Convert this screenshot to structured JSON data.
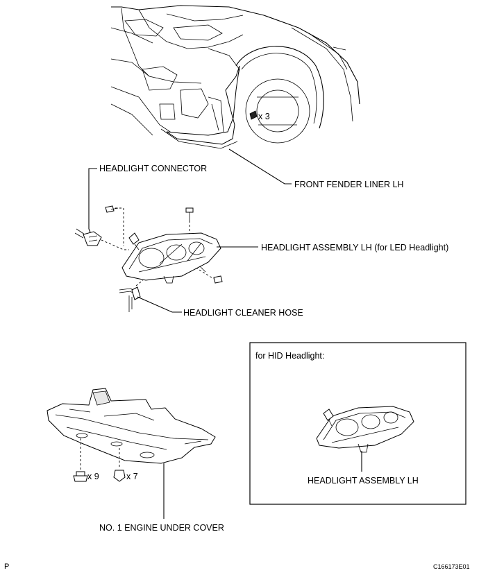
{
  "labels": {
    "front_fender_liner": "FRONT FENDER LINER LH",
    "fender_clip_qty": "x 3",
    "headlight_connector": "HEADLIGHT CONNECTOR",
    "headlight_assembly_led": "HEADLIGHT ASSEMBLY LH (for LED Headlight)",
    "headlight_cleaner_hose": "HEADLIGHT CLEANER HOSE",
    "bolt_qty": "x 9",
    "clip_qty": "x 7",
    "engine_under_cover": "NO. 1 ENGINE UNDER COVER"
  },
  "hid_box": {
    "title": "for HID Headlight:",
    "assembly_label": "HEADLIGHT ASSEMBLY LH"
  },
  "footer": {
    "left_mark": "P",
    "figure_code": "C166173E01"
  }
}
